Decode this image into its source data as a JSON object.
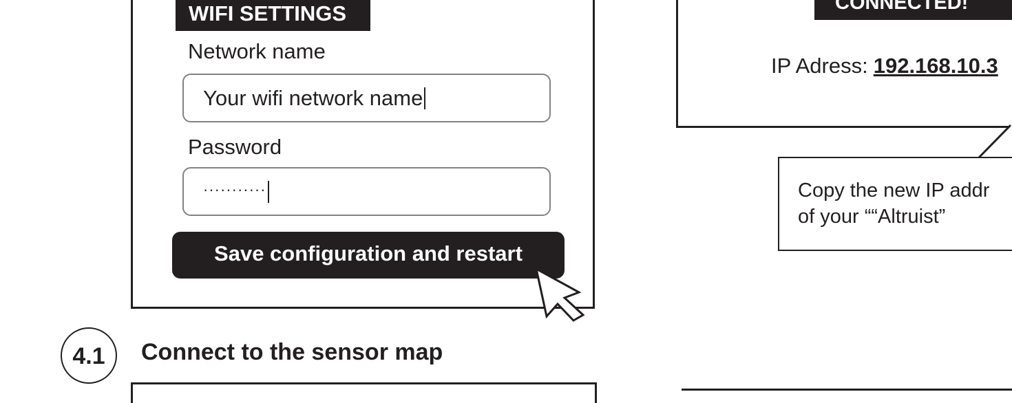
{
  "wifi_settings": {
    "header": "WIFI SETTINGS",
    "network_name_label": "Network name",
    "network_name_value": "Your wifi network name",
    "password_label": "Password",
    "password_value": "···········",
    "save_button_label": "Save configuration and restart"
  },
  "step": {
    "number": "4.1",
    "title": "Connect to the sensor map"
  },
  "connection": {
    "status": "CONNECTED!",
    "ip_label": "IP Adress:",
    "ip_value": "192.168.10.3"
  },
  "callout": {
    "line1": "Copy the new IP addr",
    "line2": "of your ““Altruist”"
  }
}
